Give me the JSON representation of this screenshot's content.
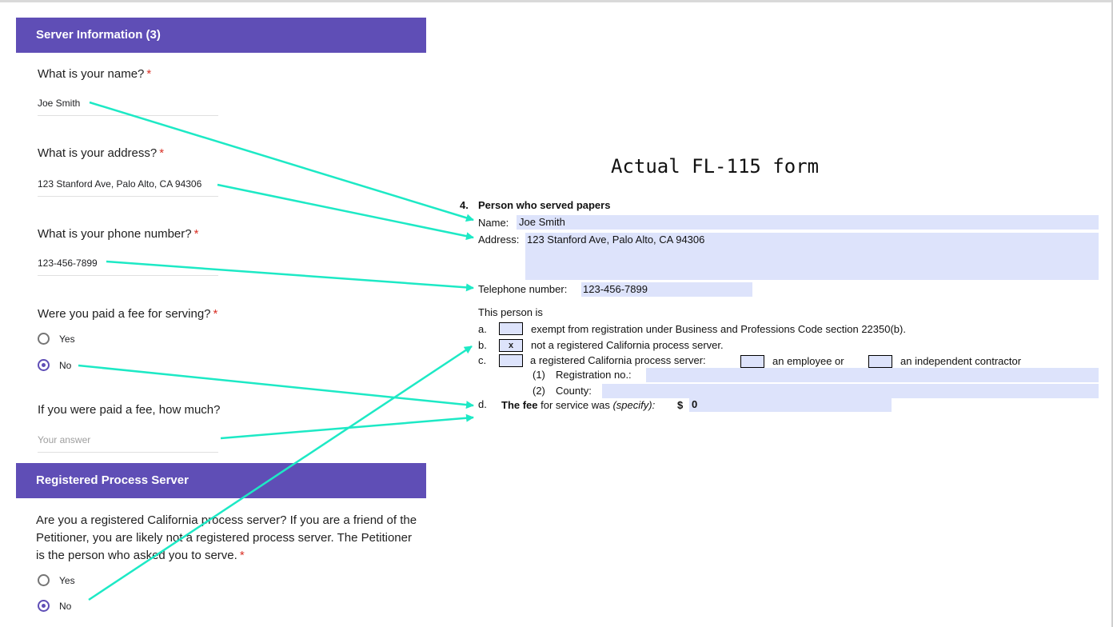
{
  "form": {
    "section1_title": "Server Information (3)",
    "section2_title": "Registered Process Server",
    "required_mark": "*",
    "q_name": "What is your name?",
    "a_name": "Joe Smith",
    "q_address": "What is your address?",
    "a_address": "123 Stanford Ave, Palo Alto, CA 94306",
    "q_phone": "What is your phone number?",
    "a_phone": "123-456-7899",
    "q_paid": "Were you paid a fee for serving?",
    "opt_yes": "Yes",
    "opt_no": "No",
    "paid_selected": "No",
    "q_fee": "If you were paid a fee, how much?",
    "fee_placeholder": "Your answer",
    "q_registered": "Are you a registered California process server? If you are a friend of the Petitioner, you are likely not a registered process server. The Petitioner is the person who asked you to serve.",
    "registered_selected": "No"
  },
  "fl115": {
    "heading": "Actual FL-115 form",
    "item_no": "4.",
    "item_title": "Person who served papers",
    "name_label": "Name:",
    "name_value": "Joe Smith",
    "address_label": "Address:",
    "address_value": "123 Stanford Ave, Palo Alto, CA 94306",
    "phone_label": "Telephone number:",
    "phone_value": "123-456-7899",
    "this_person_is": "This person is",
    "a_letter": "a.",
    "a_text": "exempt from registration under Business and Professions Code section 22350(b).",
    "b_letter": "b.",
    "b_text": "not a registered California process server.",
    "b_mark": "x",
    "c_letter": "c.",
    "c_text": "a registered California process server:",
    "c_employee": "an employee or",
    "c_contractor": "an independent contractor",
    "c1_num": "(1)",
    "c1_label": "Registration no.:",
    "c2_num": "(2)",
    "c2_label": "County:",
    "d_letter": "d.",
    "d_text_bold": "The fee",
    "d_text_rest": "for service was",
    "d_specify": "(specify):",
    "d_dollar": "$",
    "d_value": "0"
  },
  "colors": {
    "accent": "#5f4eb6",
    "arrow": "#1de9c5",
    "fill": "#dde3fb",
    "required": "#d93025"
  }
}
